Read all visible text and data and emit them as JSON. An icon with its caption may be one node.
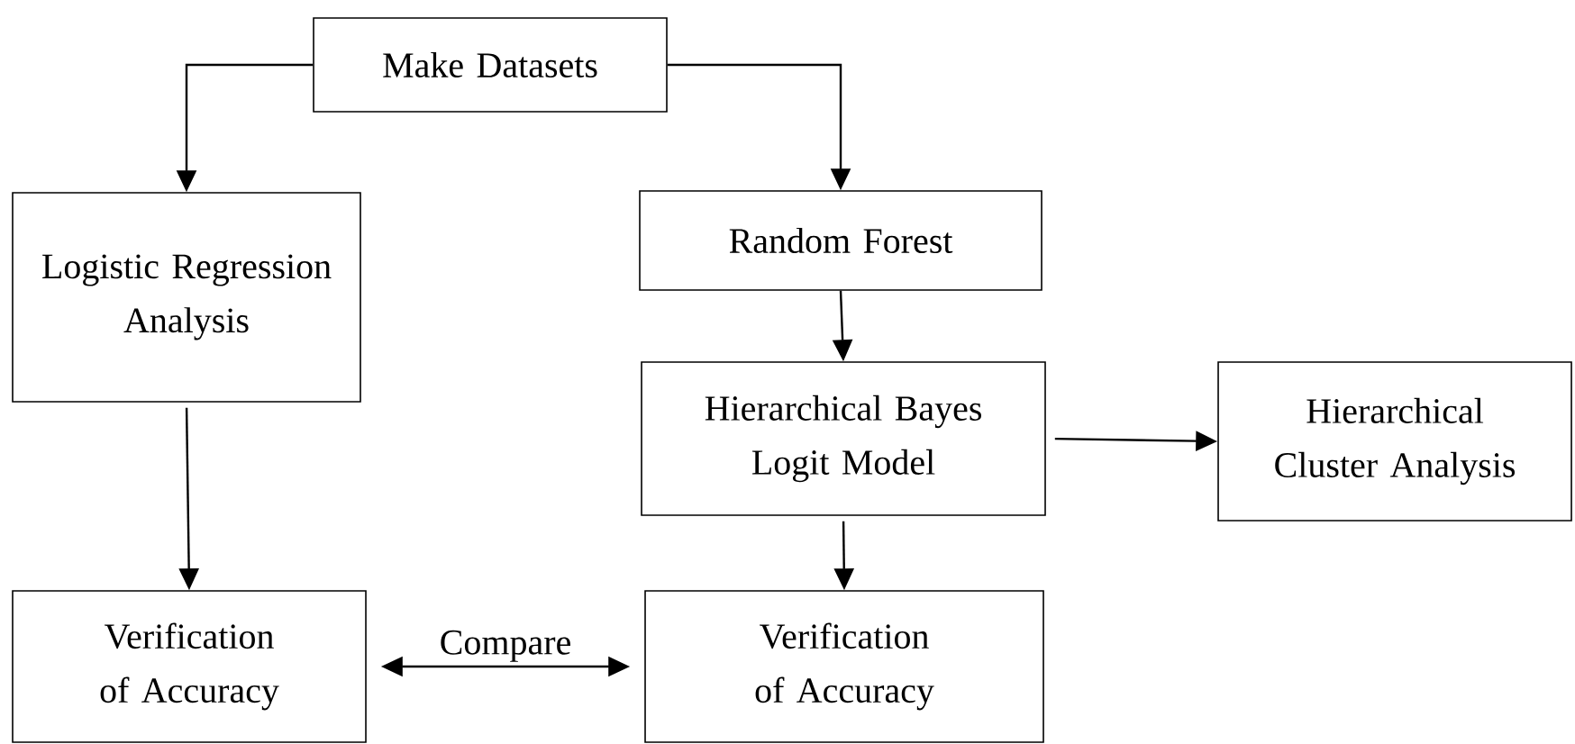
{
  "diagram": {
    "nodes": [
      {
        "text": [
          "Make Datasets"
        ]
      },
      {
        "text": [
          "Logistic Regression Analysis"
        ]
      },
      {
        "text": [
          "Random Forest"
        ]
      },
      {
        "text": [
          "Hierarchical Bayes Logit Model"
        ]
      },
      {
        "text": [
          "Hierarchical Cluster Analysis"
        ]
      },
      {
        "text": [
          "Verification of Accuracy"
        ]
      },
      {
        "text": [
          "Verification of Accuracy"
        ]
      }
    ],
    "edges": [
      {
        "from": 0,
        "to": 1,
        "arrow": "to"
      },
      {
        "from": 0,
        "to": 2,
        "arrow": "to"
      },
      {
        "from": 2,
        "to": 3,
        "arrow": "to"
      },
      {
        "from": 3,
        "to": 4,
        "arrow": "to"
      },
      {
        "from": 1,
        "to": 5,
        "arrow": "to"
      },
      {
        "from": 3,
        "to": 6,
        "arrow": "to"
      },
      {
        "from": 5,
        "to": 6,
        "arrow": "both",
        "label": "Compare"
      }
    ]
  }
}
